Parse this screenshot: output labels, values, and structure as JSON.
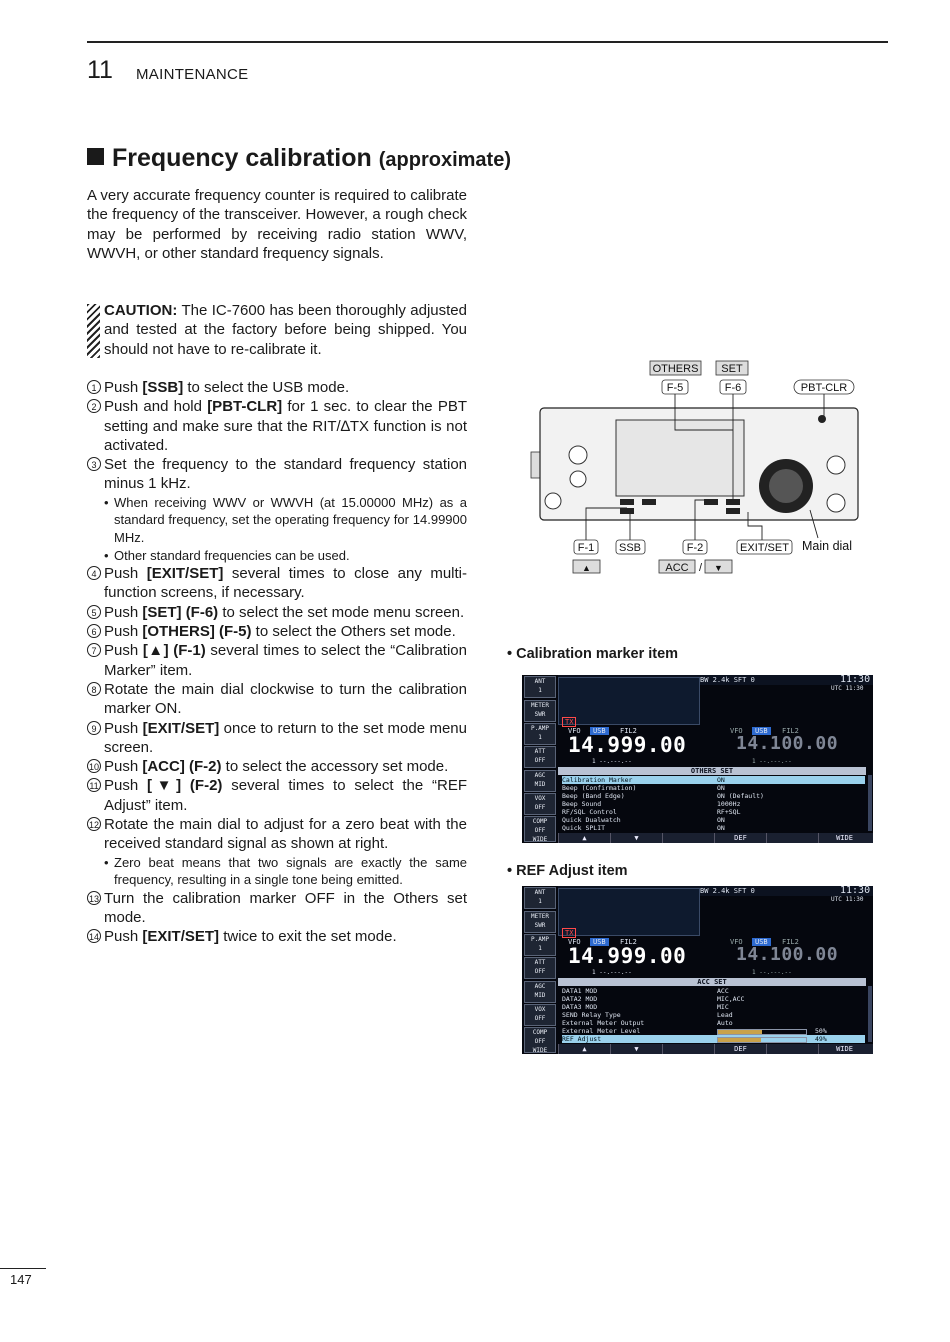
{
  "header": {
    "chapter_number": "11",
    "chapter_title": "MAINTENANCE"
  },
  "section": {
    "title": "Frequency calibration",
    "subtitle": "(approximate)"
  },
  "intro": "A very accurate frequency counter is required to calibrate the frequency of the transceiver. However, a rough check may be performed by receiving radio station WWV, WWVH, or other standard frequency signals.",
  "caution": {
    "label": "CAUTION:",
    "text": " The IC-7600 has been thoroughly adjusted and tested at the factory before being shipped. You should not have to re-calibrate it."
  },
  "steps": [
    {
      "num": "1",
      "pre": "Push ",
      "key": "[SSB]",
      "post": " to select the USB mode."
    },
    {
      "num": "2",
      "pre": "Push and hold ",
      "key": "[PBT-CLR]",
      "post": " for 1 sec. to clear the PBT setting and make sure that the RIT/∆TX function is not activated."
    },
    {
      "num": "3",
      "pre": "Set the frequency to the standard frequency station minus 1 kHz.",
      "key": "",
      "post": ""
    },
    {
      "num": "4",
      "pre": "Push ",
      "key": "[EXIT/SET]",
      "post": " several times to close any multi-function screens, if necessary."
    },
    {
      "num": "5",
      "pre": "Push ",
      "key": "[SET] (F-6)",
      "post": " to select the set mode menu screen."
    },
    {
      "num": "6",
      "pre": "Push ",
      "key": "[OTHERS] (F-5)",
      "post": " to select the Others set mode."
    },
    {
      "num": "7",
      "pre": "Push ",
      "key": "[▲] (F-1)",
      "post": " several times to select the “Calibration Marker” item."
    },
    {
      "num": "8",
      "pre": "Rotate the main dial clockwise to turn the calibration marker ON.",
      "key": "",
      "post": ""
    },
    {
      "num": "9",
      "pre": "Push ",
      "key": "[EXIT/SET]",
      "post": " once to return to the set mode menu screen."
    },
    {
      "num": "10",
      "pre": "Push ",
      "key": "[ACC] (F-2)",
      "post": " to select the accessory set mode."
    },
    {
      "num": "11",
      "pre": "Push ",
      "key": "[▼] (F-2)",
      "post": " several times to select the “REF Adjust” item."
    },
    {
      "num": "12",
      "pre": "Rotate the main dial to adjust for a zero beat with the received standard signal as shown at right.",
      "key": "",
      "post": ""
    },
    {
      "num": "13",
      "pre": "Turn the calibration marker OFF in the Others set mode.",
      "key": "",
      "post": ""
    },
    {
      "num": "14",
      "pre": "Push ",
      "key": "[EXIT/SET]",
      "post": " twice to exit the set mode."
    }
  ],
  "bullets": {
    "b3a": "When receiving WWV or WWVH (at 15.00000 MHz) as a standard frequency, set the operating frequency for 14.99900 MHz.",
    "b3b": "Other standard frequencies can be used.",
    "b12": "Zero beat means that two signals are exactly the same frequency, resulting in a single tone being emitted."
  },
  "figure": {
    "labels": {
      "others": "OTHERS",
      "set": "SET",
      "f5": "F-5",
      "f6": "F-6",
      "pbt": "PBT-CLR",
      "f1": "F-1",
      "ssb": "SSB",
      "f2": "F-2",
      "exitset": "EXIT/SET",
      "maindial": "Main dial",
      "acc": "ACC",
      "slash": "/",
      "up": "▲",
      "down": "▼"
    }
  },
  "caption1": "• Calibration marker item",
  "caption2": "• REF Adjust item",
  "screen_common": {
    "side": [
      "ANT\n1",
      "METER\nSWR",
      "P.AMP\n1",
      "ATT\nOFF",
      "AGC\nMID",
      "VOX\nOFF",
      "COMP\nOFF\nWIDE"
    ],
    "bw": "BW 2.4k SFT 0",
    "time": "11:30",
    "utc": "UTC 11:30",
    "tx": "TX",
    "vfo_a": "VFO",
    "mode_a": "USB",
    "fil_a": "FIL2",
    "freq_main": "14.999.00",
    "freq_sub": "14.100.00",
    "sub_a": "1 --.---.--",
    "sub_b": "1 --.---.--",
    "fkeys": [
      "▲",
      "▼",
      "",
      "DEF",
      "",
      "WIDE"
    ]
  },
  "screen1": {
    "title": "OTHERS SET",
    "rows": [
      {
        "k": "Calibration Marker",
        "v": "ON",
        "sel": true
      },
      {
        "k": "Beep (Confirmation)",
        "v": "ON"
      },
      {
        "k": "Beep (Band Edge)",
        "v": "ON (Default)"
      },
      {
        "k": "Beep Sound",
        "v": "1000Hz"
      },
      {
        "k": "RF/SQL Control",
        "v": "RF+SQL"
      },
      {
        "k": "Quick Dualwatch",
        "v": "ON"
      },
      {
        "k": "Quick SPLIT",
        "v": "ON"
      }
    ]
  },
  "screen2": {
    "title": "ACC SET",
    "rows": [
      {
        "k": "DATA1 MOD",
        "v": "ACC"
      },
      {
        "k": "DATA2 MOD",
        "v": "MIC,ACC"
      },
      {
        "k": "DATA3 MOD",
        "v": "MIC"
      },
      {
        "k": "SEND Relay Type",
        "v": "Lead"
      },
      {
        "k": "External Meter Output",
        "v": "Auto"
      },
      {
        "k": "External Meter Level",
        "v": "50%",
        "bar": 0.5
      },
      {
        "k": "REF Adjust",
        "v": "49%",
        "bar": 0.49,
        "sel": true
      }
    ]
  },
  "page_number": "147"
}
